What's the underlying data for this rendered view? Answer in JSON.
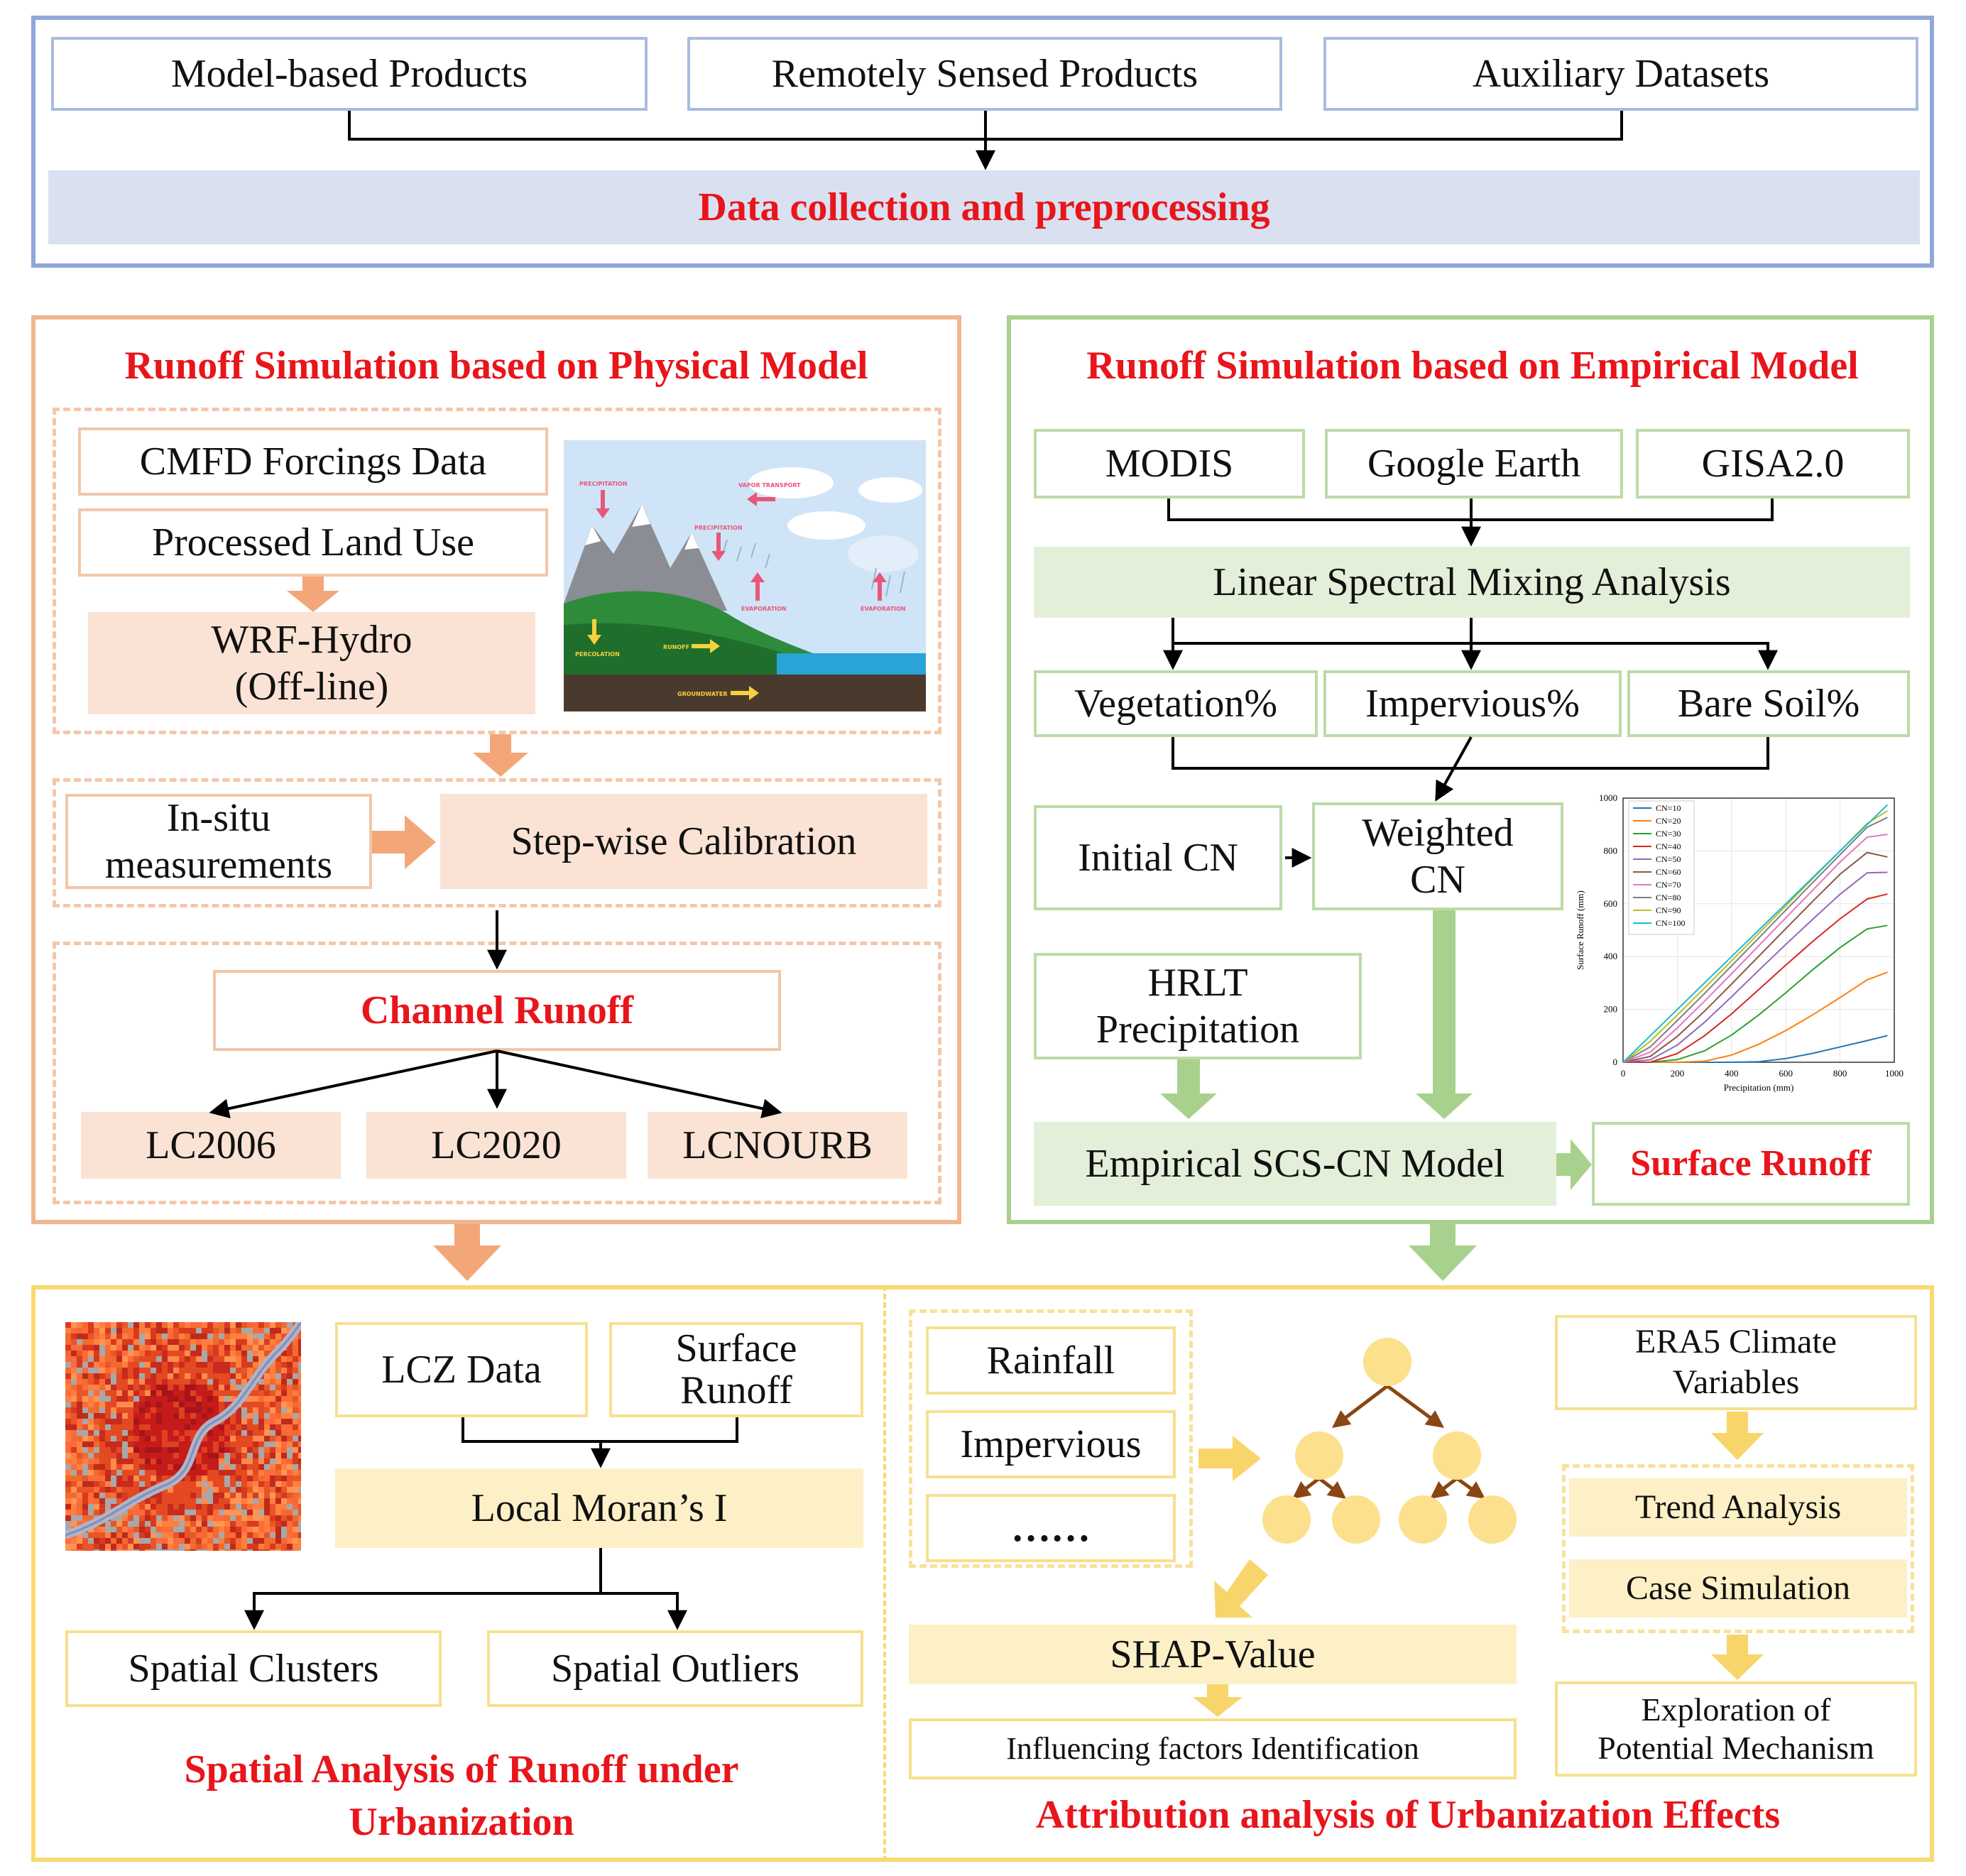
{
  "top": {
    "sources": [
      "Model-based Products",
      "Remotely Sensed Products",
      "Auxiliary Datasets"
    ],
    "collection": "Data collection and preprocessing"
  },
  "physical": {
    "title": "Runoff Simulation based on Physical Model",
    "cmfd": "CMFD Forcings Data",
    "landuse": "Processed Land Use",
    "wrf_line1": "WRF-Hydro",
    "wrf_line2": "(Off-line)",
    "insitu_line1": "In-situ",
    "insitu_line2": "measurements",
    "calibration": "Step-wise Calibration",
    "channel": "Channel Runoff",
    "scenarios": [
      "LC2006",
      "LC2020",
      "LCNOURB"
    ],
    "cycle_labels": {
      "precip1": "PRECIPITATION",
      "vapor": "VAPOR TRANSPORT",
      "precip2": "PRECIPITATION",
      "evap1": "EVAPORATION",
      "evap2": "EVAPORATION",
      "percolation": "PERCOLATION",
      "runoff": "RUNOFF",
      "groundwater": "GROUNDWATER"
    }
  },
  "empirical": {
    "title": "Runoff Simulation based on Empirical Model",
    "sources": [
      "MODIS",
      "Google Earth",
      "GISA2.0"
    ],
    "lsma": "Linear Spectral Mixing Analysis",
    "fractions": [
      "Vegetation%",
      "Impervious%",
      "Bare Soil%"
    ],
    "initial_cn": "Initial CN",
    "weighted_line1": "Weighted",
    "weighted_line2": "CN",
    "hrlt_line1": "HRLT",
    "hrlt_line2": "Precipitation",
    "scscn": "Empirical SCS-CN Model",
    "surface": "Surface Runoff"
  },
  "chart_data": {
    "type": "line",
    "title": "",
    "xlabel": "Precipitation (mm)",
    "ylabel": "Surface Runoff (mm)",
    "xlim": [
      0,
      1000
    ],
    "ylim": [
      0,
      1000
    ],
    "xticks": [
      "0",
      "200",
      "400",
      "600",
      "800",
      "1000"
    ],
    "yticks": [
      "0",
      "200",
      "400",
      "600",
      "800",
      "1000"
    ],
    "grid": true,
    "legend": "top-left",
    "x": [
      0,
      100,
      200,
      300,
      400,
      500,
      600,
      700,
      800,
      900,
      975
    ],
    "series": [
      {
        "name": "CN=10",
        "color": "#1f77b4",
        "values": [
          0,
          0,
          0,
          0,
          0,
          2,
          14,
          34,
          58,
          82,
          101
        ]
      },
      {
        "name": "CN=20",
        "color": "#ff7f0e",
        "values": [
          0,
          0,
          0,
          4,
          27,
          68,
          120,
          180,
          245,
          312,
          341
        ]
      },
      {
        "name": "CN=30",
        "color": "#2ca02c",
        "values": [
          0,
          0,
          10,
          43,
          103,
          179,
          263,
          351,
          434,
          505,
          518
        ]
      },
      {
        "name": "CN=40",
        "color": "#d62728",
        "values": [
          0,
          0,
          33,
          100,
          183,
          275,
          368,
          458,
          543,
          618,
          637
        ]
      },
      {
        "name": "CN=50",
        "color": "#9467bd",
        "values": [
          0,
          9,
          65,
          151,
          248,
          348,
          446,
          542,
          636,
          717,
          719
        ]
      },
      {
        "name": "CN=60",
        "color": "#8c564b",
        "values": [
          0,
          22,
          98,
          193,
          296,
          401,
          506,
          610,
          712,
          794,
          777
        ]
      },
      {
        "name": "CN=70",
        "color": "#e377c2",
        "values": [
          0,
          38,
          130,
          231,
          335,
          441,
          547,
          652,
          758,
          852,
          863
        ]
      },
      {
        "name": "CN=80",
        "color": "#7f7f7f",
        "values": [
          0,
          58,
          158,
          260,
          365,
          470,
          576,
          681,
          786,
          890,
          927
        ]
      },
      {
        "name": "CN=90",
        "color": "#bcbd22",
        "values": [
          0,
          79,
          179,
          281,
          384,
          488,
          592,
          696,
          800,
          904,
          952
        ]
      },
      {
        "name": "CN=100",
        "color": "#17becf",
        "values": [
          0,
          100,
          200,
          300,
          400,
          500,
          600,
          700,
          800,
          900,
          975
        ]
      }
    ]
  },
  "spatial": {
    "lcz": "LCZ Data",
    "surface_line1": "Surface",
    "surface_line2": "Runoff",
    "moran": "Local Moran’s I",
    "clusters": "Spatial Clusters",
    "outliers": "Spatial Outliers",
    "title_line1": "Spatial Analysis of Runoff under",
    "title_line2": "Urbanization"
  },
  "attribution": {
    "inputs": [
      "Rainfall",
      "Impervious",
      "……"
    ],
    "shap": "SHAP-Value",
    "influencing": "Influencing factors Identification",
    "era5_line1": "ERA5 Climate",
    "era5_line2": "Variables",
    "trend": "Trend Analysis",
    "case": "Case Simulation",
    "exploration_line1": "Exploration of",
    "exploration_line2": "Potential Mechanism",
    "title": "Attribution analysis of Urbanization Effects"
  },
  "colors": {
    "blue_border": "#8fa8d9",
    "orange_border": "#f0b68f",
    "green_border": "#a9d18e",
    "yellow_border": "#f9d970",
    "title_red": "#e8151b"
  }
}
